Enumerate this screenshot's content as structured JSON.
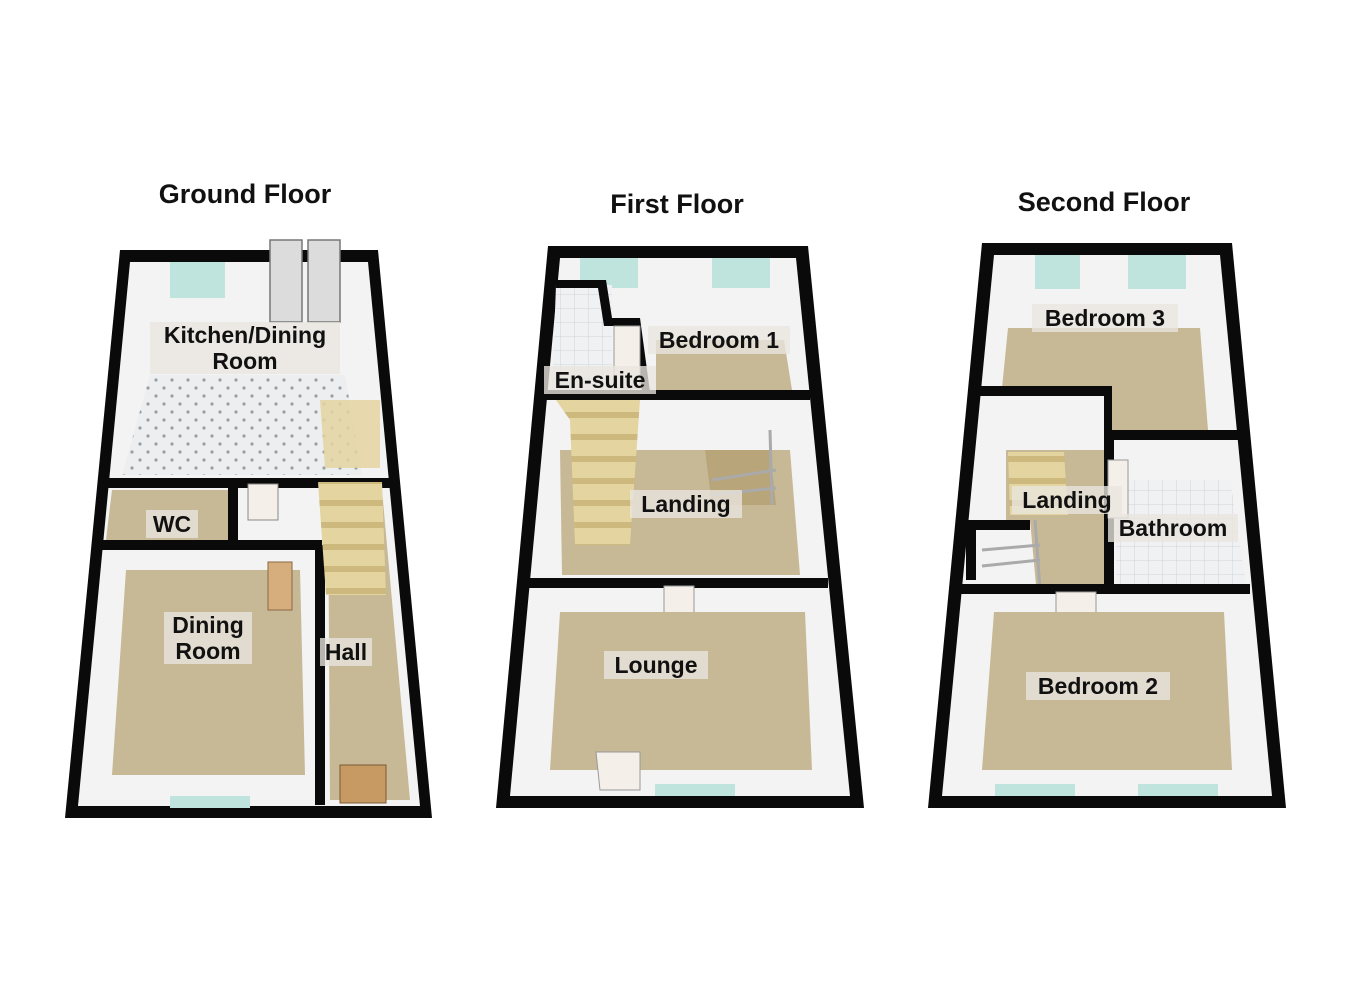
{
  "floors": [
    {
      "title": "Ground Floor",
      "rooms": {
        "kitchen_line1": "Kitchen/Dining",
        "kitchen_line2": "Room",
        "wc": "WC",
        "dining_line1": "Dining",
        "dining_line2": "Room",
        "hall": "Hall"
      }
    },
    {
      "title": "First Floor",
      "rooms": {
        "bedroom1": "Bedroom 1",
        "ensuite": "En-suite",
        "landing": "Landing",
        "lounge": "Lounge"
      }
    },
    {
      "title": "Second Floor",
      "rooms": {
        "bedroom3": "Bedroom 3",
        "landing": "Landing",
        "bathroom": "Bathroom",
        "bedroom2": "Bedroom 2"
      }
    }
  ],
  "colors": {
    "wall": "#0a0a0a",
    "carpet": "#c7b896",
    "wall_face": "#f3f3f3",
    "tile": "#eceef0",
    "stair": "#e4d4a0",
    "window": "#bfe3dd",
    "door": "#f4efe8"
  }
}
